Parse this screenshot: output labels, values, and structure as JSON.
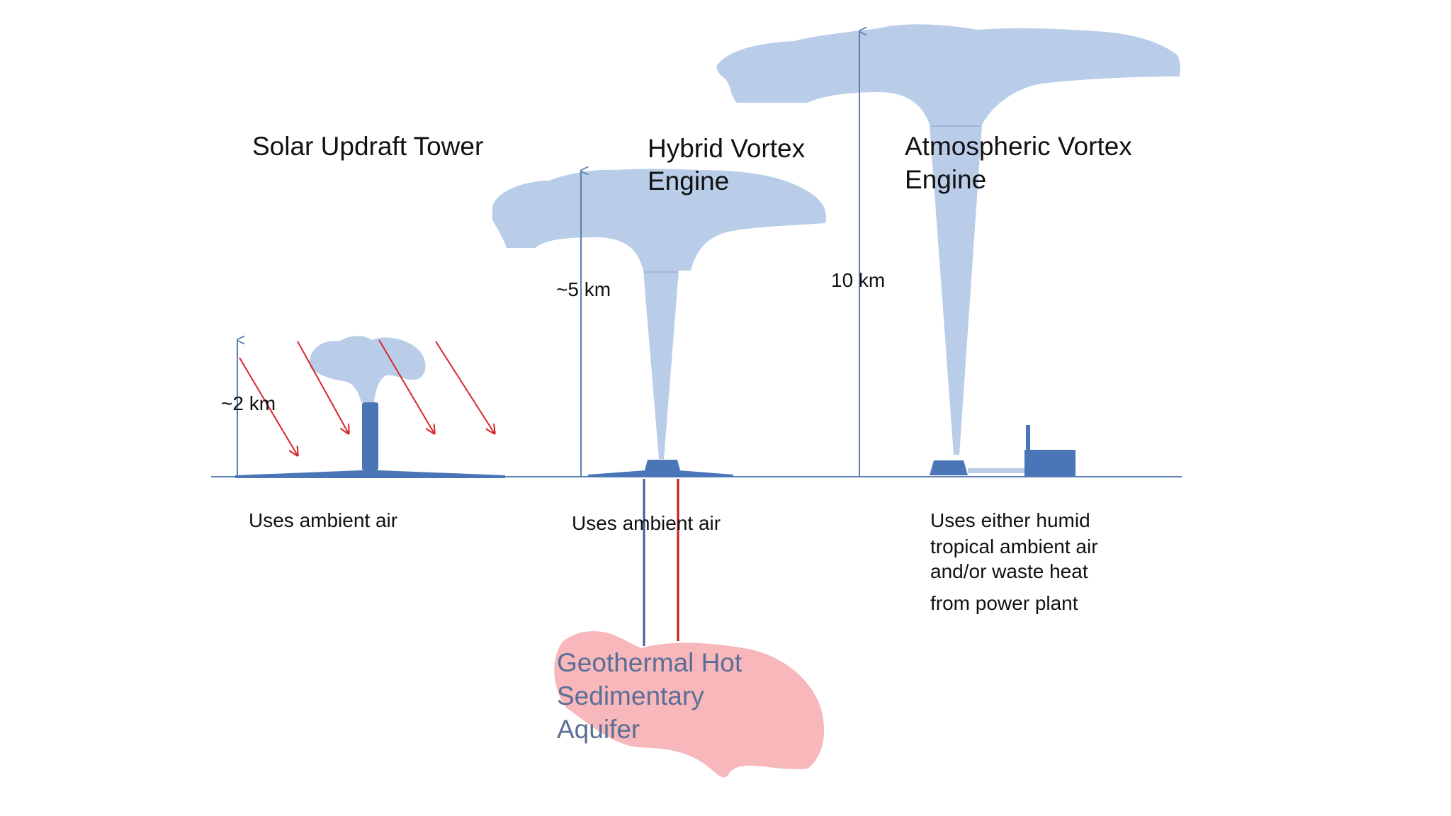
{
  "colors": {
    "cloud": "#b9cde8",
    "tower": "#4a76b8",
    "tower_dark": "#2f5a98",
    "ground": "#5a7fb0",
    "sun_ray": "#d6262b",
    "pipe_cold": "#3c5f93",
    "pipe_hot": "#c8151a",
    "aquifer": "#f7b7bb",
    "aquifer_text": "#5b6f96",
    "text": "#111111"
  },
  "solar_tower": {
    "title": "Solar Updraft Tower",
    "height_label": "~2 km",
    "note": "Uses ambient air"
  },
  "hybrid_engine": {
    "title_line1": "Hybrid Vortex",
    "title_line2": "Engine",
    "height_label": "~5 km",
    "note": "Uses ambient air"
  },
  "atmospheric_engine": {
    "title_line1": "Atmospheric Vortex",
    "title_line2": "Engine",
    "height_label": "10 km",
    "note_lines": [
      "Uses either humid",
      "tropical ambient air",
      "and/or waste heat",
      "from power plant"
    ]
  },
  "aquifer": {
    "line1": "Geothermal Hot",
    "line2": "Sedimentary",
    "line3": "Aquifer"
  }
}
